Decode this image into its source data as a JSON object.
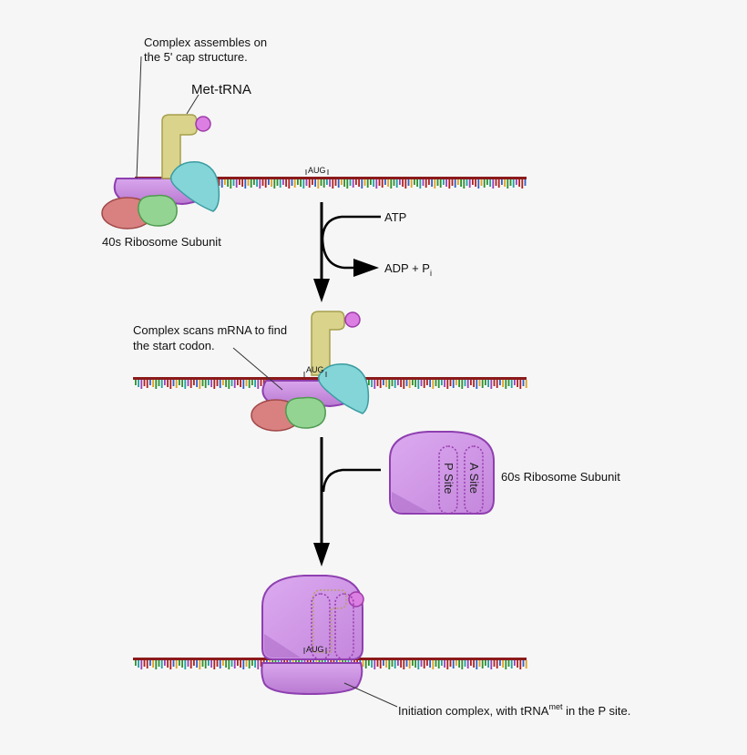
{
  "labels": {
    "cap_line1": "Complex assembles on",
    "cap_line2": "the 5' cap structure.",
    "met_trna": "Met-tRNA",
    "aug": "AUG",
    "aug2": "AUG",
    "aug3": "AUG",
    "ribosome_40s": "40s Ribosome Subunit",
    "atp": "ATP",
    "adp": "ADP + P",
    "adp_sub": "i",
    "scan_line1": "Complex scans mRNA to find",
    "scan_line2": "the start codon.",
    "ribosome_60s": "60s Ribosome Subunit",
    "p_site": "P Site",
    "a_site": "A Site",
    "initiation_pre": "Initiation complex, with tRNA",
    "initiation_sup": "met",
    "initiation_post": " in the P site."
  },
  "colors": {
    "background": "#f6f6f6",
    "mrna_backbone": "#8b1a1a",
    "ribosome_purple": "#c98ee0",
    "ribosome_outline": "#8e3fb0",
    "trna_yellow": "#d8d48a",
    "factor_cyan": "#7fd3d6",
    "factor_red": "#d97a78",
    "factor_green": "#8fd48f",
    "met_magenta": "#d97ae0"
  }
}
